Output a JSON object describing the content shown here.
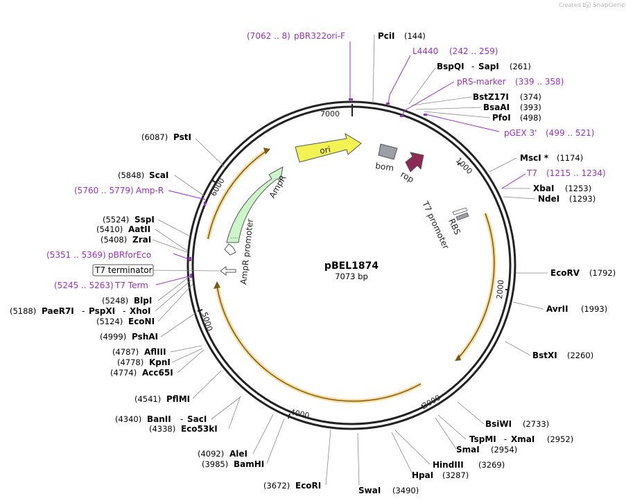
{
  "credit": "Created by",
  "brand": "SnapGene",
  "plasmid": {
    "name": "pBEL1874",
    "size": "7073 bp"
  },
  "ticks": [
    "1000",
    "2000",
    "3000",
    "4000",
    "5000",
    "6000",
    "7000"
  ],
  "features": {
    "ori": "ori",
    "bom": "bom",
    "rop": "rop",
    "ampr": "AmpR",
    "ampr_promoter": "AmpR promoter",
    "t7_promoter": "T7 promoter",
    "rbs": "RBS",
    "t7_terminator": "T7 terminator"
  },
  "primers": [
    {
      "range": "(7062 .. 8)",
      "name": "pBR322ori-F"
    },
    {
      "name": "L4440",
      "range": "(242 .. 259)"
    },
    {
      "name": "pRS-marker",
      "range": "(339 .. 358)"
    },
    {
      "name": "pGEX 3'",
      "range": "(499 .. 521)"
    },
    {
      "name": "T7",
      "range": "(1215 .. 1234)"
    },
    {
      "range": "(5760 .. 5779)",
      "name": "Amp-R"
    },
    {
      "range": "(5351 .. 5369)",
      "name": "pBRforEco"
    },
    {
      "range": "(5245 .. 5263)",
      "name": "T7 Term"
    }
  ],
  "sites_right": [
    {
      "name": "PciI",
      "pos": "(144)"
    },
    {
      "name": "BspQI",
      "sep": "-",
      "name2": "SapI",
      "pos": "(261)"
    },
    {
      "name": "BstZ17I",
      "pos": "(374)"
    },
    {
      "name": "BsaAI",
      "pos": "(393)"
    },
    {
      "name": "PfoI",
      "pos": "(498)"
    },
    {
      "name": "MscI *",
      "pos": "(1174)"
    },
    {
      "name": "XbaI",
      "pos": "(1253)"
    },
    {
      "name": "NdeI",
      "pos": "(1293)"
    },
    {
      "name": "EcoRV",
      "pos": "(1792)"
    },
    {
      "name": "AvrII",
      "pos": "(1993)"
    },
    {
      "name": "BstXI",
      "pos": "(2260)"
    },
    {
      "name": "BsiWI",
      "pos": "(2733)"
    },
    {
      "name": "TspMI",
      "sep": "-",
      "name2": "XmaI",
      "pos": "(2952)"
    },
    {
      "name": "SmaI",
      "pos": "(2954)"
    },
    {
      "name": "HindIII",
      "pos": "(3269)"
    },
    {
      "name": "HpaI",
      "pos": "(3287)"
    },
    {
      "name": "SwaI",
      "pos": "(3490)"
    }
  ],
  "sites_left": [
    {
      "pos": "(6087)",
      "name": "PstI"
    },
    {
      "pos": "(5848)",
      "name": "ScaI"
    },
    {
      "pos": "(5524)",
      "name": "SspI"
    },
    {
      "pos": "(5410)",
      "name": "AatII"
    },
    {
      "pos": "(5408)",
      "name": "ZraI"
    },
    {
      "pos": "(5248)",
      "name": "BlpI"
    },
    {
      "pos": "(5188)",
      "name": "PaeR7I",
      "sep": "-",
      "name2": "PspXI",
      "sep2": "-",
      "name3": "XhoI"
    },
    {
      "pos": "(5124)",
      "name": "EcoNI"
    },
    {
      "pos": "(4999)",
      "name": "PshAI"
    },
    {
      "pos": "(4787)",
      "name": "AflIII"
    },
    {
      "pos": "(4778)",
      "name": "KpnI"
    },
    {
      "pos": "(4774)",
      "name": "Acc65I"
    },
    {
      "pos": "(4541)",
      "name": "PflMI"
    },
    {
      "pos": "(4340)",
      "name": "BanII",
      "sep": "-",
      "name2": "SacI"
    },
    {
      "pos": "(4338)",
      "name": "Eco53kI"
    },
    {
      "pos": "(4092)",
      "name": "AleI"
    },
    {
      "pos": "(3985)",
      "name": "BamHI"
    },
    {
      "pos": "(3672)",
      "name": "EcoRI"
    }
  ],
  "colors": {
    "primer": "#9a2ec9",
    "backbone": "#222222",
    "cds_fill": "#f2f252",
    "ampr_fill": "#ccf5c8",
    "rop_fill": "#8a2a55",
    "bom_fill": "#9aa0a6",
    "insert_highlight": "#f2c463"
  }
}
